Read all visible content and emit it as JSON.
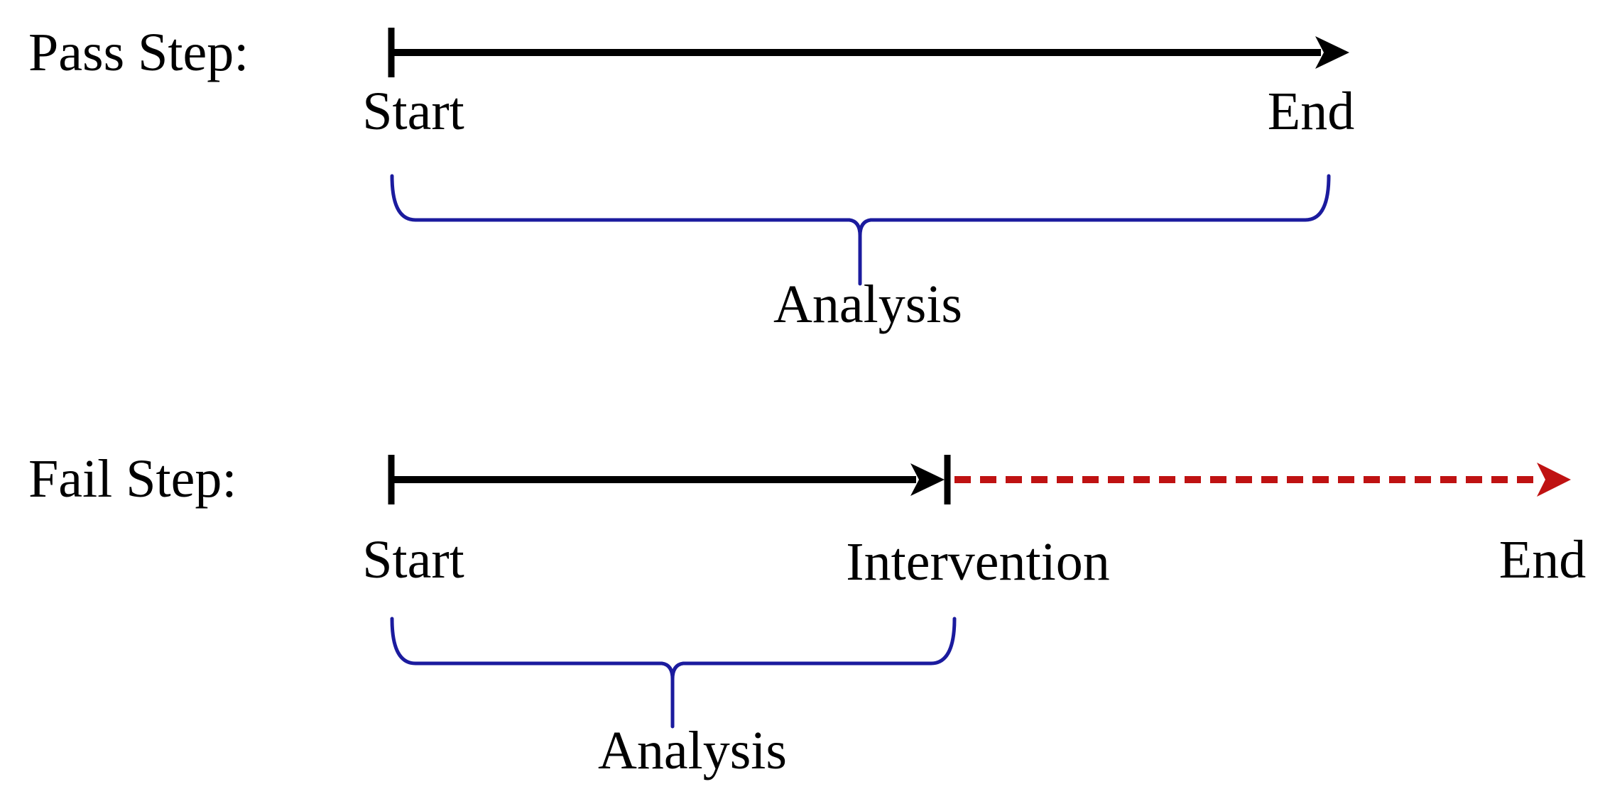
{
  "figure": {
    "title": "Pass vs Fail step timeline diagram",
    "background": "#ffffff",
    "colors": {
      "timeline_black": "#000000",
      "brace_blue": "#1b1b9e",
      "fail_remainder_red": "#bf1212",
      "text": "#000000"
    },
    "pass": {
      "label": "Pass Step:",
      "start_label": "Start",
      "end_label": "End",
      "analysis_label": "Analysis",
      "timeline_style": "solid black arrow from Start tick to End arrowhead",
      "brace_spans": "Start to End"
    },
    "fail": {
      "label": "Fail Step:",
      "start_label": "Start",
      "intervention_label": "Intervention",
      "end_label": "End",
      "analysis_label": "Analysis",
      "timeline_style": "solid black arrow from Start tick to Intervention tick, then red dashed arrow to End",
      "brace_spans": "Start to Intervention"
    }
  }
}
